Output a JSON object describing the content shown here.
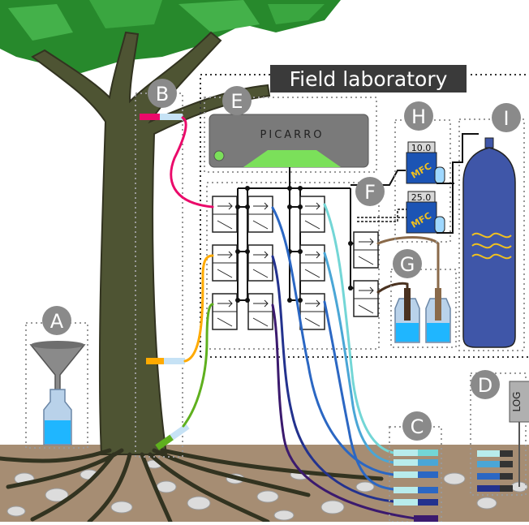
{
  "title": "Field laboratory",
  "instrument_name": "PICARRO",
  "mfc_label": "MFC",
  "mfc_readings": [
    "10.0",
    "25.0"
  ],
  "log_label": "LOG",
  "section_markers": [
    "A",
    "B",
    "C",
    "D",
    "E",
    "F",
    "G",
    "H",
    "I"
  ],
  "colors": {
    "tree_trunk": "#4e5433",
    "tree_roots": "#323320",
    "canopy_dark": "#27892c",
    "canopy_light": "#3aa640",
    "soil": "#a68d73",
    "stone": "#d8d8d8",
    "instrument_body": "#7a7a7a",
    "instrument_accent": "#7be05a",
    "gas_cylinder": "#3f56a8",
    "mfc_body": "#1c54b4",
    "mfc_text": "#f0c020",
    "marker_fill": "#8a8a8a",
    "title_bg": "#3a3a3a",
    "water": "#1fb6ff",
    "tube_pink": "#ea0a6a",
    "tube_orange": "#ffaa00",
    "tube_green": "#5fb01e",
    "tube_cyan": "#73d6d6",
    "tube_lightblue": "#4aa6d6",
    "tube_blue": "#2b67c3",
    "tube_darkblue": "#23328e",
    "tube_purple": "#3b1a6e",
    "tube_brown": "#8a6a4a"
  }
}
